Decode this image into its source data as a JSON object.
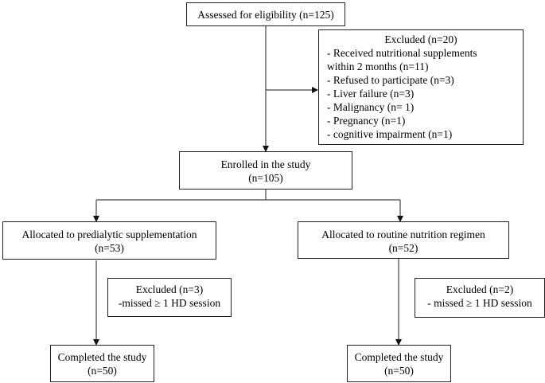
{
  "assessed": {
    "lines": [
      "Assessed for eligibility (n=125)"
    ]
  },
  "excluded_main": {
    "lines": [
      "Excluded (n=20)",
      "- Received nutritional supplements",
      "within 2 months (n=11)",
      "- Refused to participate (n=3)",
      "- Liver failure (n=3)",
      "- Malignancy (n= 1)",
      "- Pregnancy (n=1)",
      "- cognitive impairment (n=1)"
    ]
  },
  "enrolled": {
    "lines": [
      "Enrolled in the study",
      "(n=105)"
    ]
  },
  "left_arm": {
    "allocated": {
      "lines": [
        "Allocated to predialytic supplementation",
        "(n=53)"
      ]
    },
    "excluded": {
      "lines": [
        "Excluded (n=3)",
        "-missed ≥ 1 HD session"
      ]
    },
    "completed": {
      "lines": [
        "Completed the study",
        "(n=50)"
      ]
    }
  },
  "right_arm": {
    "allocated": {
      "lines": [
        "Allocated to routine nutrition regimen",
        "(n=52)"
      ]
    },
    "excluded": {
      "lines": [
        "Excluded (n=2)",
        "- missed ≥ 1 HD session"
      ]
    },
    "completed": {
      "lines": [
        "Completed the study",
        "(n=50)"
      ]
    }
  }
}
